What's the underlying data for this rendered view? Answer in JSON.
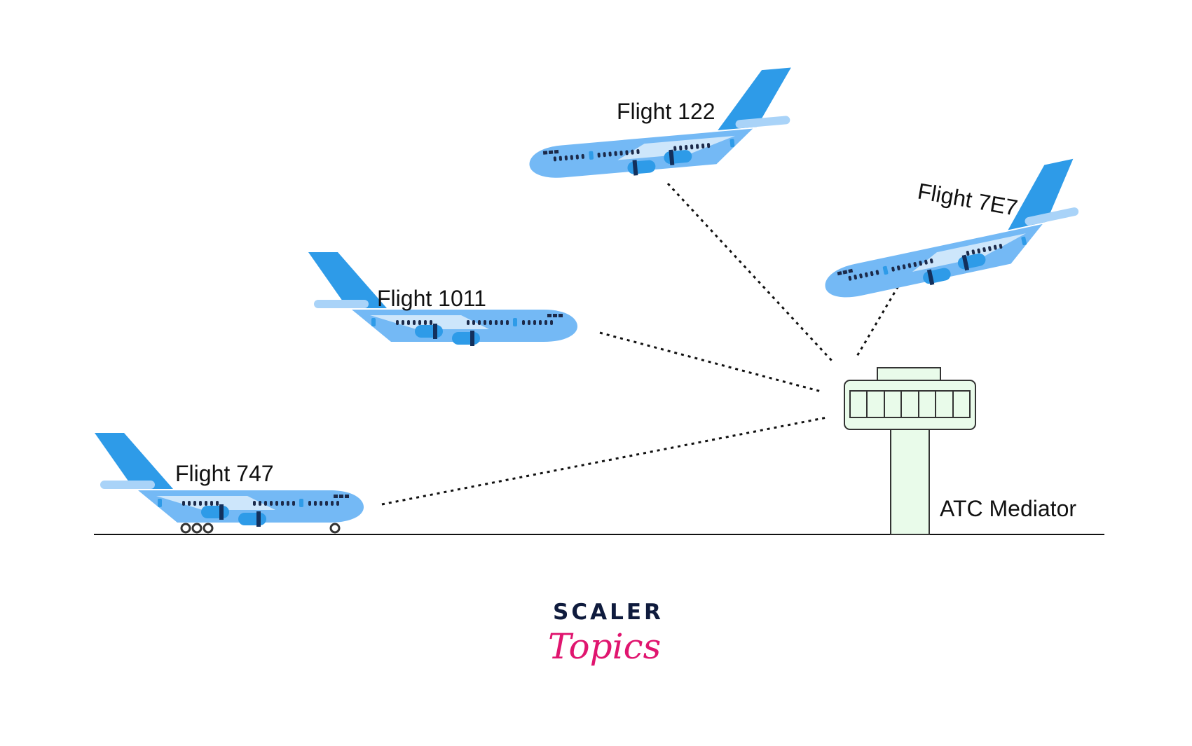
{
  "flights": [
    {
      "id": "flight-122",
      "label": "Flight 122"
    },
    {
      "id": "flight-7e7",
      "label": "Flight 7E7"
    },
    {
      "id": "flight-1011",
      "label": "Flight 1011"
    },
    {
      "id": "flight-747",
      "label": "Flight 747"
    }
  ],
  "mediator": {
    "label": "ATC Mediator"
  },
  "brand": {
    "line1": "SCALER",
    "line2": "Topics"
  },
  "colors": {
    "plane_body": "#74b9f5",
    "plane_tail": "#2e9be8",
    "plane_wing": "#cde6fb",
    "plane_window": "#1c2a4a",
    "tower_fill": "#e9fbea",
    "tower_stroke": "#333333",
    "connection_line": "#111111",
    "brand_dark": "#0f1b3d",
    "brand_pink": "#e0156f"
  }
}
